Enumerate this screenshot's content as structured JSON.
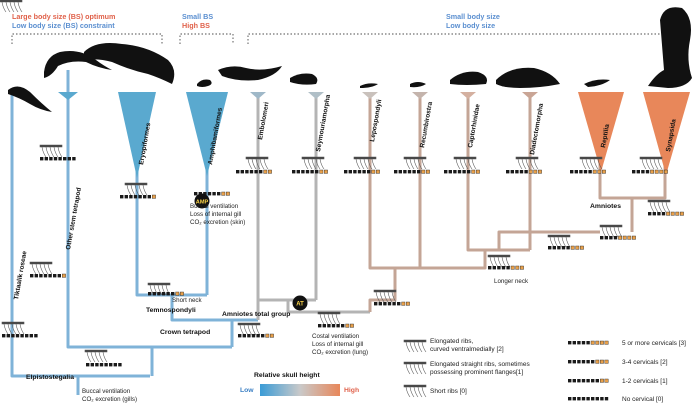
{
  "headers": {
    "left_line1": "Large body size (BS) optimum",
    "left_line2": "Low body size (BS) constraint",
    "mid_line1": "Small BS",
    "mid_line2": "High BS",
    "right_line1": "Small body size",
    "right_line2": "Low body size"
  },
  "taxa": [
    "Tiktaalik roseae",
    "Other stem tetrapod",
    "Eryopiformes",
    "Amphibamiformes",
    "Embolomeri",
    "Seymouriamorpha",
    "Lepospondyli",
    "Recumbirostra",
    "Captorhinidae",
    "Diadectomorpha",
    "Reptilia",
    "Synapsida"
  ],
  "nodes": {
    "elpistostegalia": "Elpistostegalia",
    "crown_tetrapod": "Crown tetrapod",
    "temnospondyli": "Temnospondyli",
    "amniotes_total": "Amniotes total group",
    "amniotes": "Amniotes"
  },
  "badges": {
    "amp": "AMP",
    "at": "AT"
  },
  "annotations": {
    "elpi_1": "Buccal ventilation",
    "elpi_2": "CO₂ excretion (gills)",
    "amp_1": "Buccal ventilation",
    "amp_2": "Loss of internal gill",
    "amp_3": "CO₂ excretion (skin)",
    "short_neck": "Short neck",
    "at_1": "Costal ventilation",
    "at_2": "Loss of internal gill",
    "at_3": "CO₂ excretion (lung)",
    "longer_neck": "Longer neck"
  },
  "legend": {
    "skull_title": "Relative skull height",
    "low": "Low",
    "high": "High",
    "rib_1a": "Elongated ribs,",
    "rib_1b": "curved ventralmedially [2]",
    "rib_2a": "Elongated straight ribs, sometimes",
    "rib_2b": "possessing prominent flanges[1]",
    "rib_3": "Short ribs [0]",
    "cerv_3": "5 or more cervicals [3]",
    "cerv_2": "3-4 cervicals [2]",
    "cerv_1": "1-2 cervicals [1]",
    "cerv_0": "No cervical [0]"
  },
  "colors": {
    "blue_branch": "#7fb3d8",
    "tan_branch": "#c4a596",
    "grey_branch": "#b4b4b4",
    "orange": "#e8875a",
    "teal": "#5aa9cf",
    "header_red": "#e0614a",
    "header_blue": "#5b8fd0"
  }
}
